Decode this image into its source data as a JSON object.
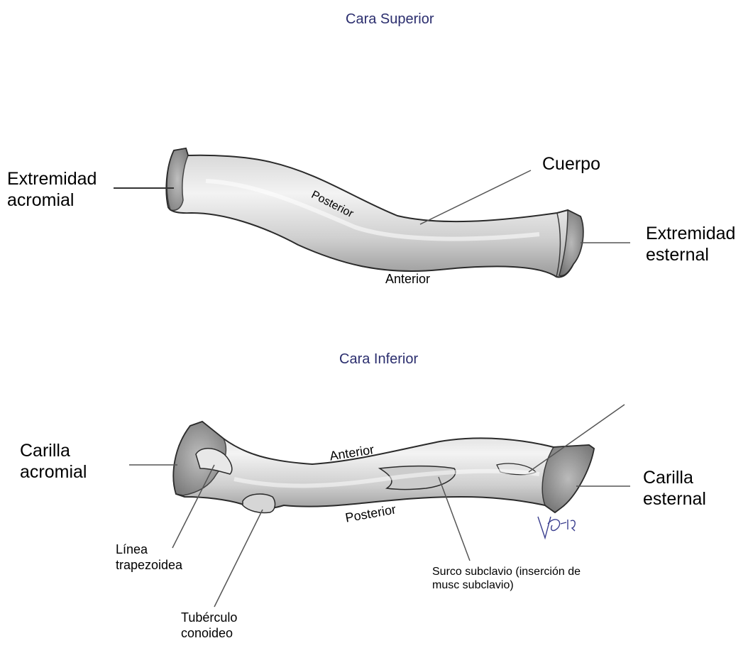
{
  "colors": {
    "heading": "#2b2e6e",
    "label": "#000000",
    "leader_line": "#555555",
    "bone_fill": "#e9e9e9",
    "bone_outline": "#2a2a2a"
  },
  "superior_view": {
    "heading": "Cara Superior",
    "labels": {
      "acromial_end_line1": "Extremidad",
      "acromial_end_line2": "acromial",
      "body": "Cuerpo",
      "posterior": "Posterior",
      "anterior": "Anterior",
      "sternal_end_line1": "Extremidad",
      "sternal_end_line2": "esternal"
    }
  },
  "inferior_view": {
    "heading": "Cara Inferior",
    "labels": {
      "acromial_facet_line1": "Carilla",
      "acromial_facet_line2": "acromial",
      "anterior": "Anterior",
      "posterior": "Posterior",
      "sternal_facet_line1": "Carilla",
      "sternal_facet_line2": "esternal",
      "trapezoid_line_line1": "Línea",
      "trapezoid_line_line2": "trapezoidea",
      "conoid_tubercle_line1": "Tubérculo",
      "conoid_tubercle_line2": "conoideo",
      "subclavian_groove_line1": "Surco subclavio (inserción de",
      "subclavian_groove_line2": "musc subclavio)"
    }
  }
}
